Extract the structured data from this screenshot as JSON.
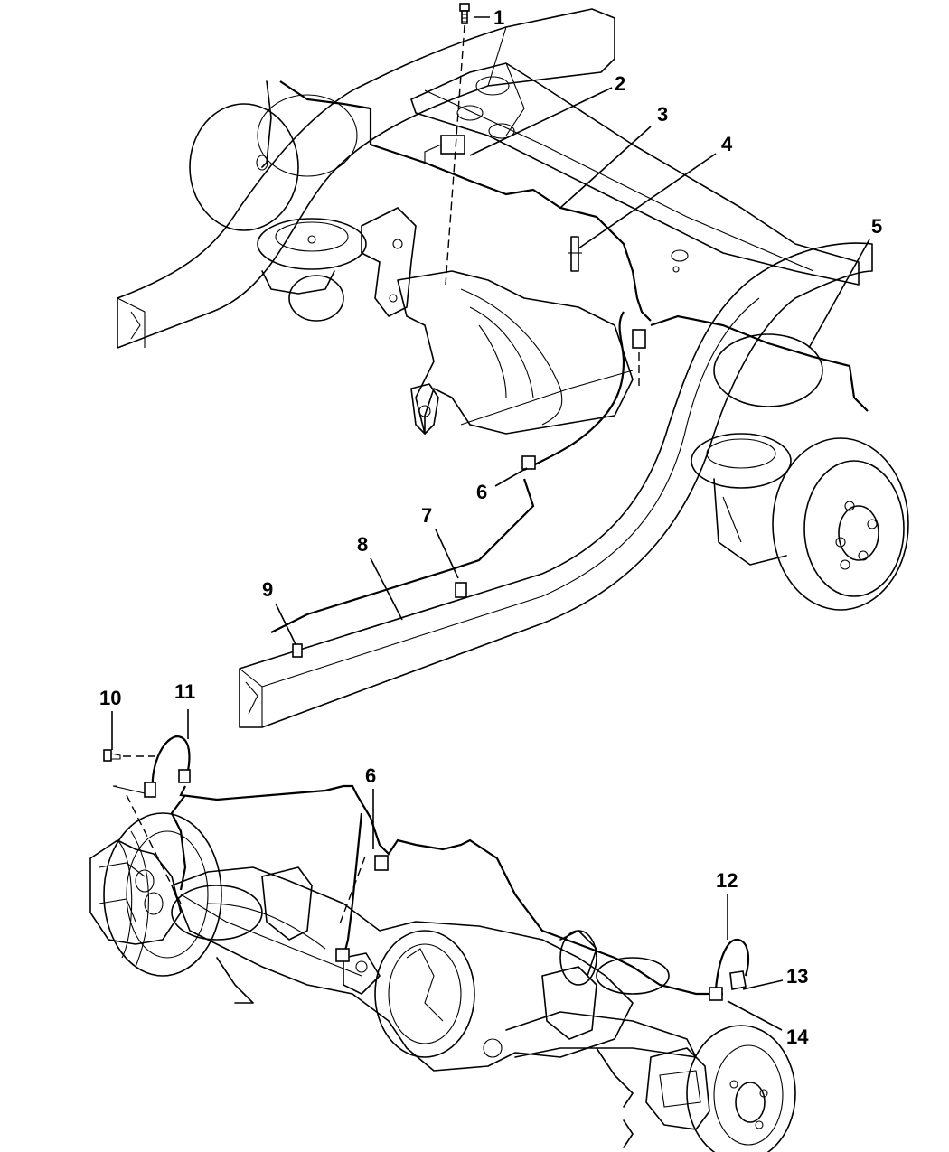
{
  "diagram": {
    "title": "",
    "upper_assembly": "rear-frame-brake-lines",
    "lower_assembly": "rear-axle-brake-lines",
    "callouts": [
      {
        "id": "c1",
        "label": "1",
        "part": "bolt"
      },
      {
        "id": "c2",
        "label": "2",
        "part": "bracket"
      },
      {
        "id": "c3",
        "label": "3",
        "part": "brake-line"
      },
      {
        "id": "c4",
        "label": "4",
        "part": "stud"
      },
      {
        "id": "c5",
        "label": "5",
        "part": "brake-line"
      },
      {
        "id": "c6a",
        "label": "6",
        "part": "clip"
      },
      {
        "id": "c7",
        "label": "7",
        "part": "clip"
      },
      {
        "id": "c8",
        "label": "8",
        "part": "brake-line"
      },
      {
        "id": "c9",
        "label": "9",
        "part": "clip"
      },
      {
        "id": "c10",
        "label": "10",
        "part": "bolt"
      },
      {
        "id": "c11",
        "label": "11",
        "part": "brake-hose"
      },
      {
        "id": "c6b",
        "label": "6",
        "part": "clip"
      },
      {
        "id": "c12",
        "label": "12",
        "part": "brake-hose"
      },
      {
        "id": "c13",
        "label": "13",
        "part": "clip"
      },
      {
        "id": "c14",
        "label": "14",
        "part": "bracket"
      }
    ]
  }
}
